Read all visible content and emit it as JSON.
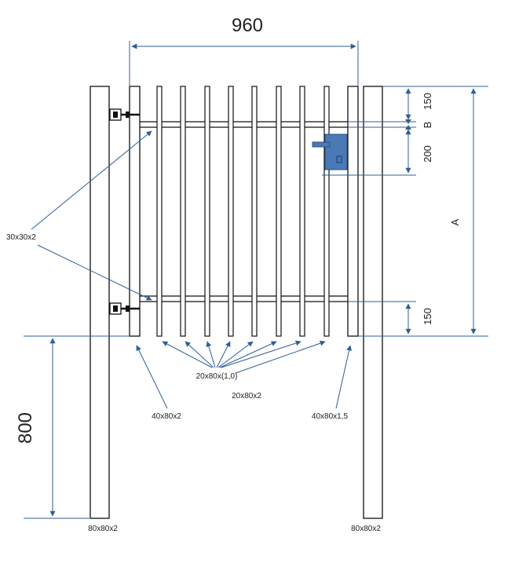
{
  "dimensions": {
    "width_label": "960",
    "post_height_label": "800",
    "top_offset_label": "150",
    "b_label": "B",
    "lock_gap_label": "200",
    "a_label": "A",
    "bottom_offset_label": "150"
  },
  "profiles": {
    "crossbar": "30x30x2",
    "infill_bars": "20x80x(1,0)",
    "infill_last": "20x80x2",
    "hinge_stile": "40x80x2",
    "lock_stile": "40x80x1,5",
    "left_post": "80x80x2",
    "right_post": "80x80x2"
  },
  "colors": {
    "dimension_line": "#2f5f96",
    "frame": "#111111",
    "lock_plate": "#4a7ab5"
  },
  "icons": {
    "handle": "door-handle-icon",
    "hinge": "hinge-icon"
  }
}
